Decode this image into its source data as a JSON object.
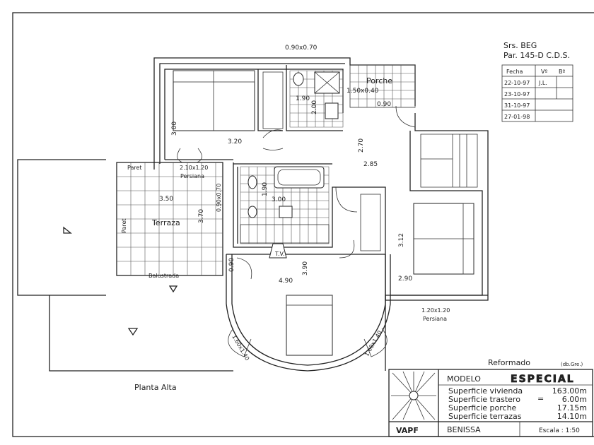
{
  "client": {
    "line1": "Srs. BEG",
    "line2": "Par. 145-D C.D.S."
  },
  "revision_table": {
    "headers": [
      "Fecha",
      "Vº",
      "Bº"
    ],
    "rows": [
      [
        "22-10-97",
        "J.L.",
        ""
      ],
      [
        "23-10-97",
        "",
        ""
      ],
      [
        "31-10-97",
        "",
        ""
      ],
      [
        "27-01-98",
        "",
        ""
      ]
    ]
  },
  "plan": {
    "title": "Planta Alta",
    "labels": {
      "window_top": "0.90x0.70",
      "porche": "Porche",
      "window_porche": "1.50x0.40",
      "door_porche": "0.90",
      "bath1_w": "1.90",
      "bath1_h": "2.00",
      "bed1_h": "3.00",
      "bed1_w": "3.20",
      "hall_h": "2.70",
      "hall_w": "2.85",
      "window_terrace": "2.10x1.20",
      "persiana1": "Persiana",
      "paret_top": "Paret",
      "terrace_w": "3.50",
      "terraza": "Terraza",
      "terrace_h": "3.70",
      "window_bath2": "0.90x0.70",
      "paret_side": "Paret",
      "balustrada": "Balustrada",
      "bath2_h": "1.90",
      "bath2_w": "3.00",
      "tv": "T.V.",
      "door_bed3": "0.90",
      "bed3_h": "3.90",
      "bed3_w": "4.90",
      "bed2_h": "3.12",
      "bed2_w": "2.90",
      "window_bed2": "1.20x1.20",
      "persiana2": "Persiana",
      "window_left": "1.60x1.40",
      "window_right": "1.60x1.40"
    }
  },
  "title_block": {
    "reformado": "Reformado",
    "drawn_by": "(db.Gre.)",
    "logo": "VAPF",
    "modelo_label": "MODELO",
    "modelo_value": "ESPECIAL",
    "surfaces": [
      {
        "label": "Superficie vivienda",
        "value": "163.00m"
      },
      {
        "label": "Superficie trastero",
        "value": "6.00m"
      },
      {
        "label": "Superficie porche",
        "value": "17.15m"
      },
      {
        "label": "Superficie terrazas",
        "value": "14.10m"
      }
    ],
    "location": "BENISSA",
    "scale": "Escala : 1:50"
  }
}
